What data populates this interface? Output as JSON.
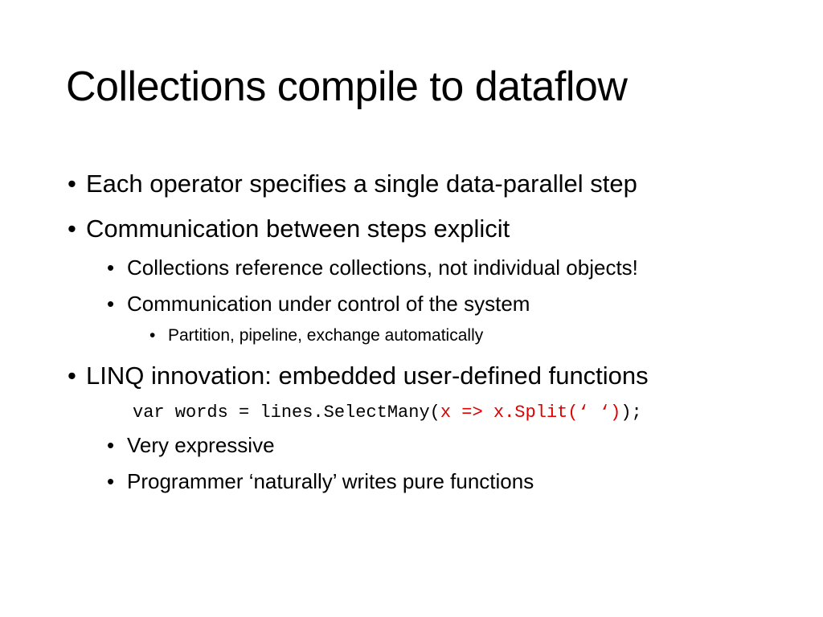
{
  "title": "Collections compile to dataflow",
  "bullet_glyph": "•",
  "bullets": {
    "b1": "Each operator specifies a single data-parallel step",
    "b2": "Communication between steps explicit",
    "b2_1": "Collections reference collections, not individual objects!",
    "b2_2": "Communication under control of the system",
    "b2_2_1": "Partition, pipeline, exchange automatically",
    "b3": "LINQ innovation: embedded user-defined functions",
    "b3_1": "Very expressive",
    "b3_2": "Programmer ‘naturally’ writes pure functions"
  },
  "code": {
    "prefix": "var words = lines.SelectMany(",
    "highlight": "x => x.Split(‘ ‘)",
    "suffix": ");"
  },
  "colors": {
    "text": "#000000",
    "code_highlight": "#e00000",
    "background": "#ffffff"
  }
}
